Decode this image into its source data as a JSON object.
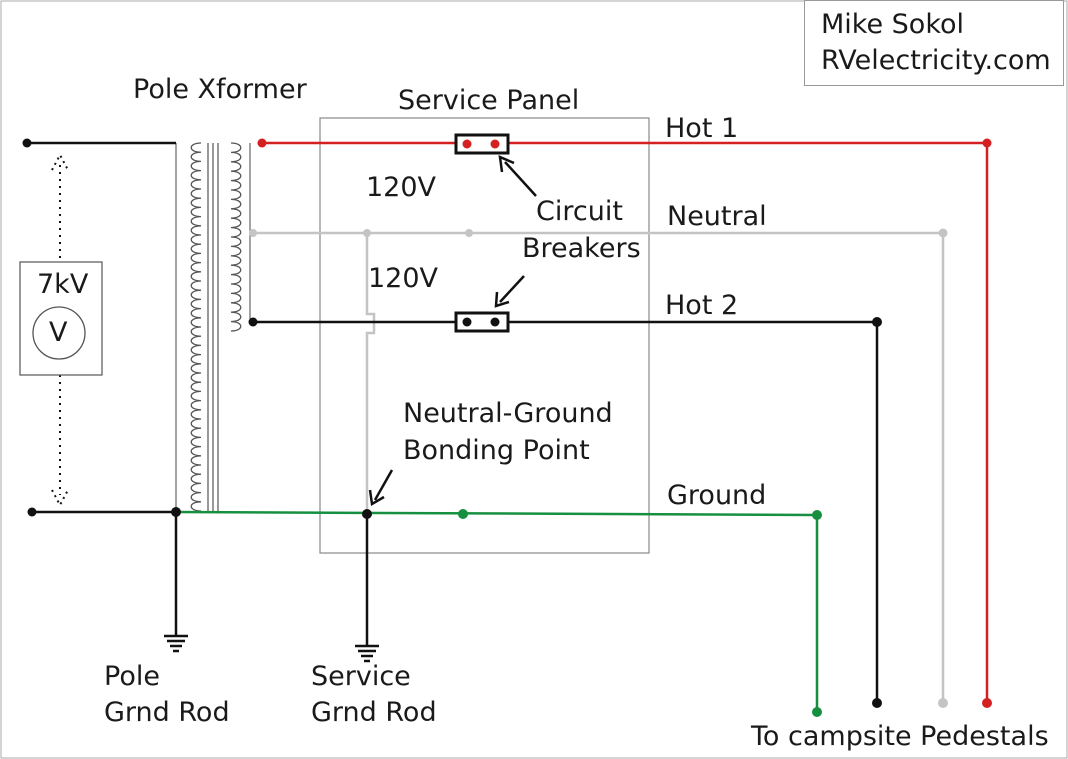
{
  "credit": {
    "author": "Mike Sokol",
    "site": "RVelectricity.com"
  },
  "labels": {
    "pole_xformer": "Pole Xformer",
    "service_panel": "Service Panel",
    "hot1": "Hot 1",
    "neutral": "Neutral",
    "hot2": "Hot 2",
    "ground": "Ground",
    "v_top": "120V",
    "v_bottom": "120V",
    "breakers_line1": "Circuit",
    "breakers_line2": "Breakers",
    "bond_line1": "Neutral-Ground",
    "bond_line2": "Bonding Point",
    "primary_voltage": "7kV",
    "voltmeter": "V",
    "pole_rod_line1": "Pole",
    "pole_rod_line2": "Grnd Rod",
    "service_rod_line1": "Service",
    "service_rod_line2": "Grnd Rod",
    "destination": "To campsite Pedestals"
  },
  "colors": {
    "hot1": "#d42020",
    "neutral": "#c4c4c4",
    "hot2": "#111111",
    "ground": "#169040",
    "primary": "#111111"
  }
}
